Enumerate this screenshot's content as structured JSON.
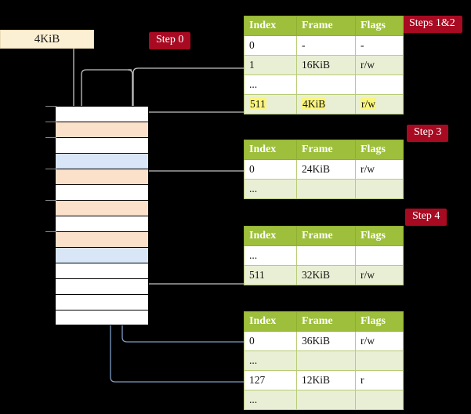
{
  "source": {
    "label": "4KiB"
  },
  "badges": [
    {
      "name": "steps-1-2",
      "label": "Steps 1&2"
    },
    {
      "name": "step-0",
      "label": "Step 0"
    },
    {
      "name": "step-3",
      "label": "Step 3"
    },
    {
      "name": "step-4",
      "label": "Step 4"
    }
  ],
  "tables": [
    {
      "name": "page-table-level-1",
      "headers": [
        "Index",
        "Frame",
        "Flags"
      ],
      "rows": [
        {
          "index": "0",
          "frame": "-",
          "flags": "-",
          "shade": "odd",
          "highlight": false
        },
        {
          "index": "1",
          "frame": "16KiB",
          "flags": "r/w",
          "shade": "even",
          "highlight": false
        },
        {
          "index": "...",
          "frame": "",
          "flags": "",
          "shade": "odd",
          "highlight": false
        },
        {
          "index": "511",
          "frame": "4KiB",
          "flags": "r/w",
          "shade": "even",
          "highlight": true
        }
      ]
    },
    {
      "name": "page-table-level-2",
      "headers": [
        "Index",
        "Frame",
        "Flags"
      ],
      "rows": [
        {
          "index": "0",
          "frame": "24KiB",
          "flags": "r/w",
          "shade": "odd",
          "highlight": false
        },
        {
          "index": "...",
          "frame": "",
          "flags": "",
          "shade": "even",
          "highlight": false
        }
      ]
    },
    {
      "name": "page-table-level-3",
      "headers": [
        "Index",
        "Frame",
        "Flags"
      ],
      "rows": [
        {
          "index": "...",
          "frame": "",
          "flags": "",
          "shade": "odd",
          "highlight": false
        },
        {
          "index": "511",
          "frame": "32KiB",
          "flags": "r/w",
          "shade": "even",
          "highlight": false
        }
      ]
    },
    {
      "name": "page-table-level-4",
      "headers": [
        "Index",
        "Frame",
        "Flags"
      ],
      "rows": [
        {
          "index": "0",
          "frame": "36KiB",
          "flags": "r/w",
          "shade": "odd",
          "highlight": false
        },
        {
          "index": "...",
          "frame": "",
          "flags": "",
          "shade": "even",
          "highlight": false
        },
        {
          "index": "127",
          "frame": "12KiB",
          "flags": "r",
          "shade": "odd",
          "highlight": false
        },
        {
          "index": "...",
          "frame": "",
          "flags": "",
          "shade": "even",
          "highlight": false
        }
      ]
    }
  ],
  "memory": {
    "name": "physical-memory-column",
    "rows": [
      {
        "color": "c-white",
        "tick": true
      },
      {
        "color": "c-peach",
        "tick": true
      },
      {
        "color": "c-white",
        "tick": true
      },
      {
        "color": "c-blue",
        "tick": false
      },
      {
        "color": "c-peach",
        "tick": true
      },
      {
        "color": "c-white",
        "tick": false
      },
      {
        "color": "c-peach",
        "tick": true
      },
      {
        "color": "c-white",
        "tick": false
      },
      {
        "color": "c-peach",
        "tick": true
      },
      {
        "color": "c-blue",
        "tick": false
      },
      {
        "color": "c-white",
        "tick": false
      },
      {
        "color": "c-white",
        "tick": false
      },
      {
        "color": "c-white",
        "tick": false
      },
      {
        "color": "c-white",
        "tick": false
      }
    ]
  },
  "colors": {
    "background": "#000000",
    "badge_red": "#A80A22",
    "table_header_green": "#9DBF3B",
    "table_row_alt_green": "#E9EFD4",
    "highlight_yellow": "#FAF57C",
    "source_box_cream": "#FCF0D4",
    "memory_peach": "#FBE0CA",
    "memory_blue": "#D8E6F7",
    "wire_gray": "#BFBFBF",
    "wire_blue": "#7E9CC4"
  }
}
